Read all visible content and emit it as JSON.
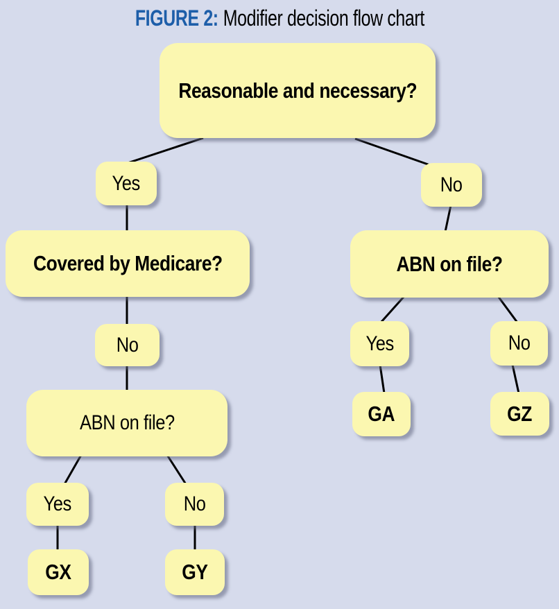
{
  "figure": {
    "label": "FIGURE 2:",
    "title": "Modifier decision flow chart"
  },
  "colors": {
    "background": "#d6dbec",
    "node_fill": "#fbf7b0",
    "node_text": "#000000",
    "figure_label_accent": "#1d5ea9",
    "title_text": "#000000",
    "edge": "#000000"
  },
  "nodes": [
    {
      "id": "reasonable",
      "label": "Reasonable and necessary?",
      "emphasis": "bold"
    },
    {
      "id": "yes-1",
      "label": "Yes",
      "emphasis": "regular"
    },
    {
      "id": "no-1",
      "label": "No",
      "emphasis": "regular"
    },
    {
      "id": "covered-by-medicare",
      "label": "Covered by Medicare?",
      "emphasis": "bold"
    },
    {
      "id": "abn-on-file-right",
      "label": "ABN on file?",
      "emphasis": "bold"
    },
    {
      "id": "no-2",
      "label": "No",
      "emphasis": "regular"
    },
    {
      "id": "yes-right",
      "label": "Yes",
      "emphasis": "regular"
    },
    {
      "id": "no-right",
      "label": "No",
      "emphasis": "regular"
    },
    {
      "id": "abn-on-file-left",
      "label": "ABN on file?",
      "emphasis": "regular"
    },
    {
      "id": "modifier-ga",
      "label": "GA",
      "emphasis": "bold"
    },
    {
      "id": "modifier-gz",
      "label": "GZ",
      "emphasis": "bold"
    },
    {
      "id": "yes-left",
      "label": "Yes",
      "emphasis": "regular"
    },
    {
      "id": "no-left",
      "label": "No",
      "emphasis": "regular"
    },
    {
      "id": "modifier-gx",
      "label": "GX",
      "emphasis": "bold"
    },
    {
      "id": "modifier-gy",
      "label": "GY",
      "emphasis": "bold"
    }
  ],
  "edges": [
    {
      "from": "reasonable",
      "to": "yes-1"
    },
    {
      "from": "reasonable",
      "to": "no-1"
    },
    {
      "from": "yes-1",
      "to": "covered-by-medicare"
    },
    {
      "from": "covered-by-medicare",
      "to": "no-2"
    },
    {
      "from": "no-2",
      "to": "abn-on-file-left"
    },
    {
      "from": "abn-on-file-left",
      "to": "yes-left"
    },
    {
      "from": "abn-on-file-left",
      "to": "no-left"
    },
    {
      "from": "yes-left",
      "to": "modifier-gx"
    },
    {
      "from": "no-left",
      "to": "modifier-gy"
    },
    {
      "from": "no-1",
      "to": "abn-on-file-right"
    },
    {
      "from": "abn-on-file-right",
      "to": "yes-right"
    },
    {
      "from": "abn-on-file-right",
      "to": "no-right"
    },
    {
      "from": "yes-right",
      "to": "modifier-ga"
    },
    {
      "from": "no-right",
      "to": "modifier-gz"
    }
  ]
}
